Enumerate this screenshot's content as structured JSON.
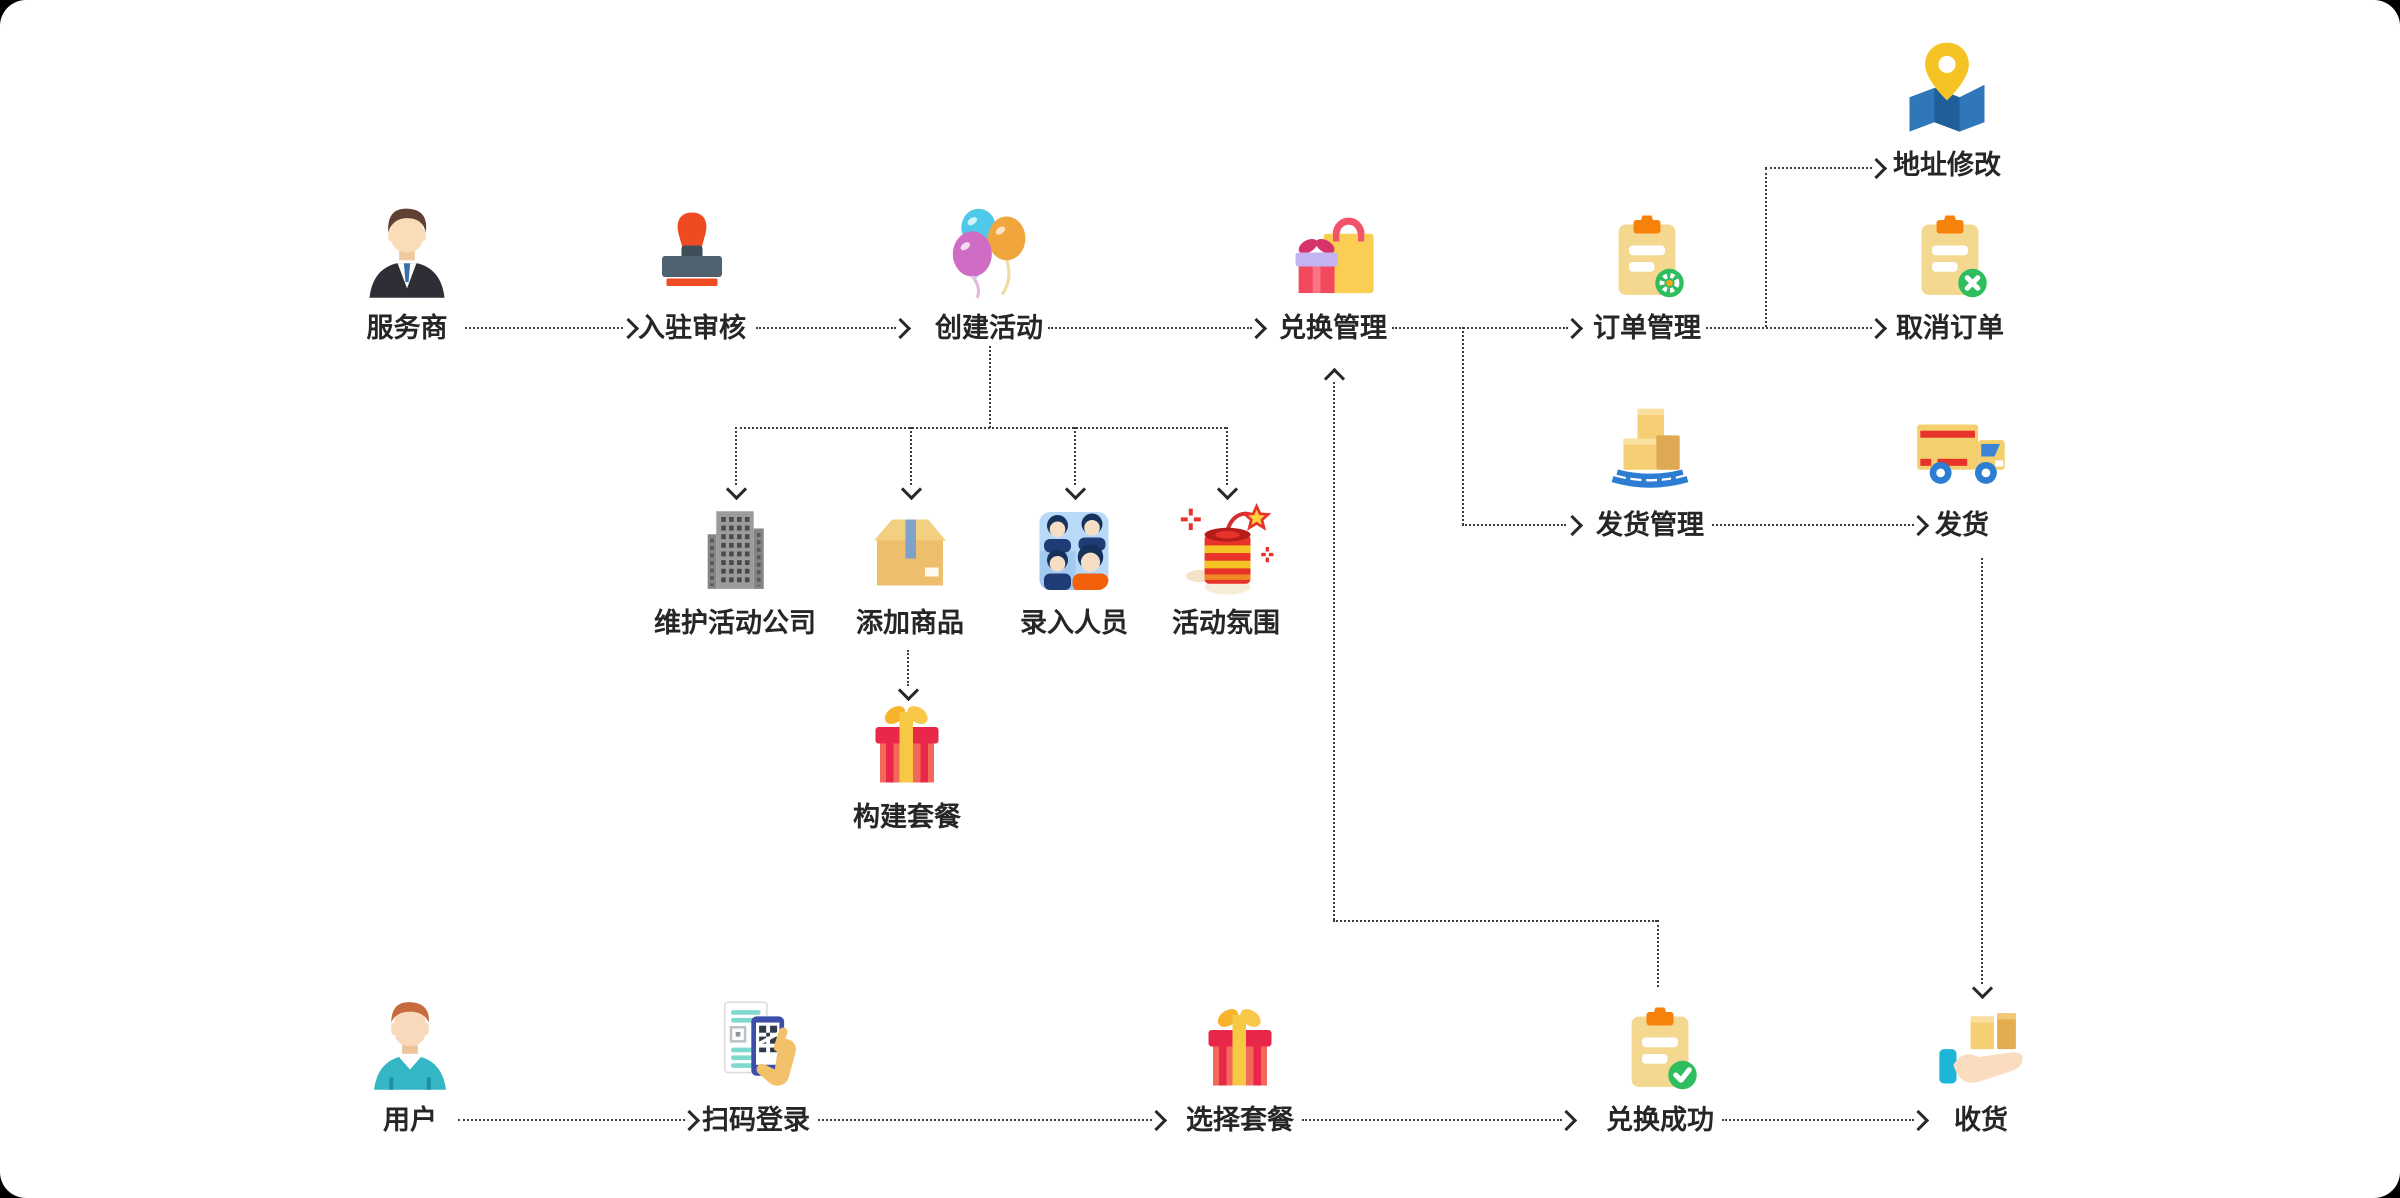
{
  "diagram": {
    "title": "",
    "nodes": {
      "service_provider": {
        "label": "服务商",
        "icon": "businessman-icon"
      },
      "entry_review": {
        "label": "入驻审核",
        "icon": "stamp-icon"
      },
      "create_activity": {
        "label": "创建活动",
        "icon": "balloons-icon"
      },
      "exchange_mgmt": {
        "label": "兑换管理",
        "icon": "gift-bag-icon"
      },
      "order_mgmt": {
        "label": "订单管理",
        "icon": "clipboard-gear-icon"
      },
      "address_edit": {
        "label": "地址修改",
        "icon": "map-pin-icon"
      },
      "cancel_order": {
        "label": "取消订单",
        "icon": "clipboard-cancel-icon"
      },
      "ship_mgmt": {
        "label": "发货管理",
        "icon": "pallet-boxes-icon"
      },
      "ship": {
        "label": "发货",
        "icon": "truck-icon"
      },
      "maintain_company": {
        "label": "维护活动公司",
        "icon": "building-icon"
      },
      "add_product": {
        "label": "添加商品",
        "icon": "carton-box-icon"
      },
      "enter_people": {
        "label": "录入人员",
        "icon": "people-group-icon"
      },
      "activity_vibe": {
        "label": "活动氛围",
        "icon": "firecracker-icon"
      },
      "build_package": {
        "label": "构建套餐",
        "icon": "gift-box-icon"
      },
      "user": {
        "label": "用户",
        "icon": "user-icon"
      },
      "scan_login": {
        "label": "扫码登录",
        "icon": "qr-scan-icon"
      },
      "choose_package": {
        "label": "选择套餐",
        "icon": "gift-box-icon"
      },
      "exchange_success": {
        "label": "兑换成功",
        "icon": "clipboard-check-icon"
      },
      "receive": {
        "label": "收货",
        "icon": "hand-box-icon"
      }
    },
    "edges": [
      {
        "from": "service_provider",
        "to": "entry_review"
      },
      {
        "from": "entry_review",
        "to": "create_activity"
      },
      {
        "from": "create_activity",
        "to": "exchange_mgmt"
      },
      {
        "from": "exchange_mgmt",
        "to": "order_mgmt"
      },
      {
        "from": "order_mgmt",
        "to": "address_edit"
      },
      {
        "from": "order_mgmt",
        "to": "cancel_order"
      },
      {
        "from": "exchange_mgmt",
        "to": "ship_mgmt"
      },
      {
        "from": "ship_mgmt",
        "to": "ship"
      },
      {
        "from": "ship",
        "to": "receive"
      },
      {
        "from": "create_activity",
        "to": "maintain_company"
      },
      {
        "from": "create_activity",
        "to": "add_product"
      },
      {
        "from": "create_activity",
        "to": "enter_people"
      },
      {
        "from": "create_activity",
        "to": "activity_vibe"
      },
      {
        "from": "add_product",
        "to": "build_package"
      },
      {
        "from": "user",
        "to": "scan_login"
      },
      {
        "from": "scan_login",
        "to": "choose_package"
      },
      {
        "from": "choose_package",
        "to": "exchange_success"
      },
      {
        "from": "exchange_success",
        "to": "exchange_mgmt"
      },
      {
        "from": "exchange_success",
        "to": "receive"
      }
    ],
    "colors": {
      "line": "#3d3d3d",
      "label_text": "#262626",
      "clipboard_body": "#f5d88f",
      "clipboard_clip": "#f6820c",
      "badge_green": "#2fbe5f",
      "red": "#e8332a",
      "yellow": "#f5c324",
      "blue": "#2d7dd2",
      "teal": "#35b6c5",
      "coral": "#f2695c",
      "crimson": "#e8274b",
      "bag_amber": "#f9ce52"
    }
  }
}
